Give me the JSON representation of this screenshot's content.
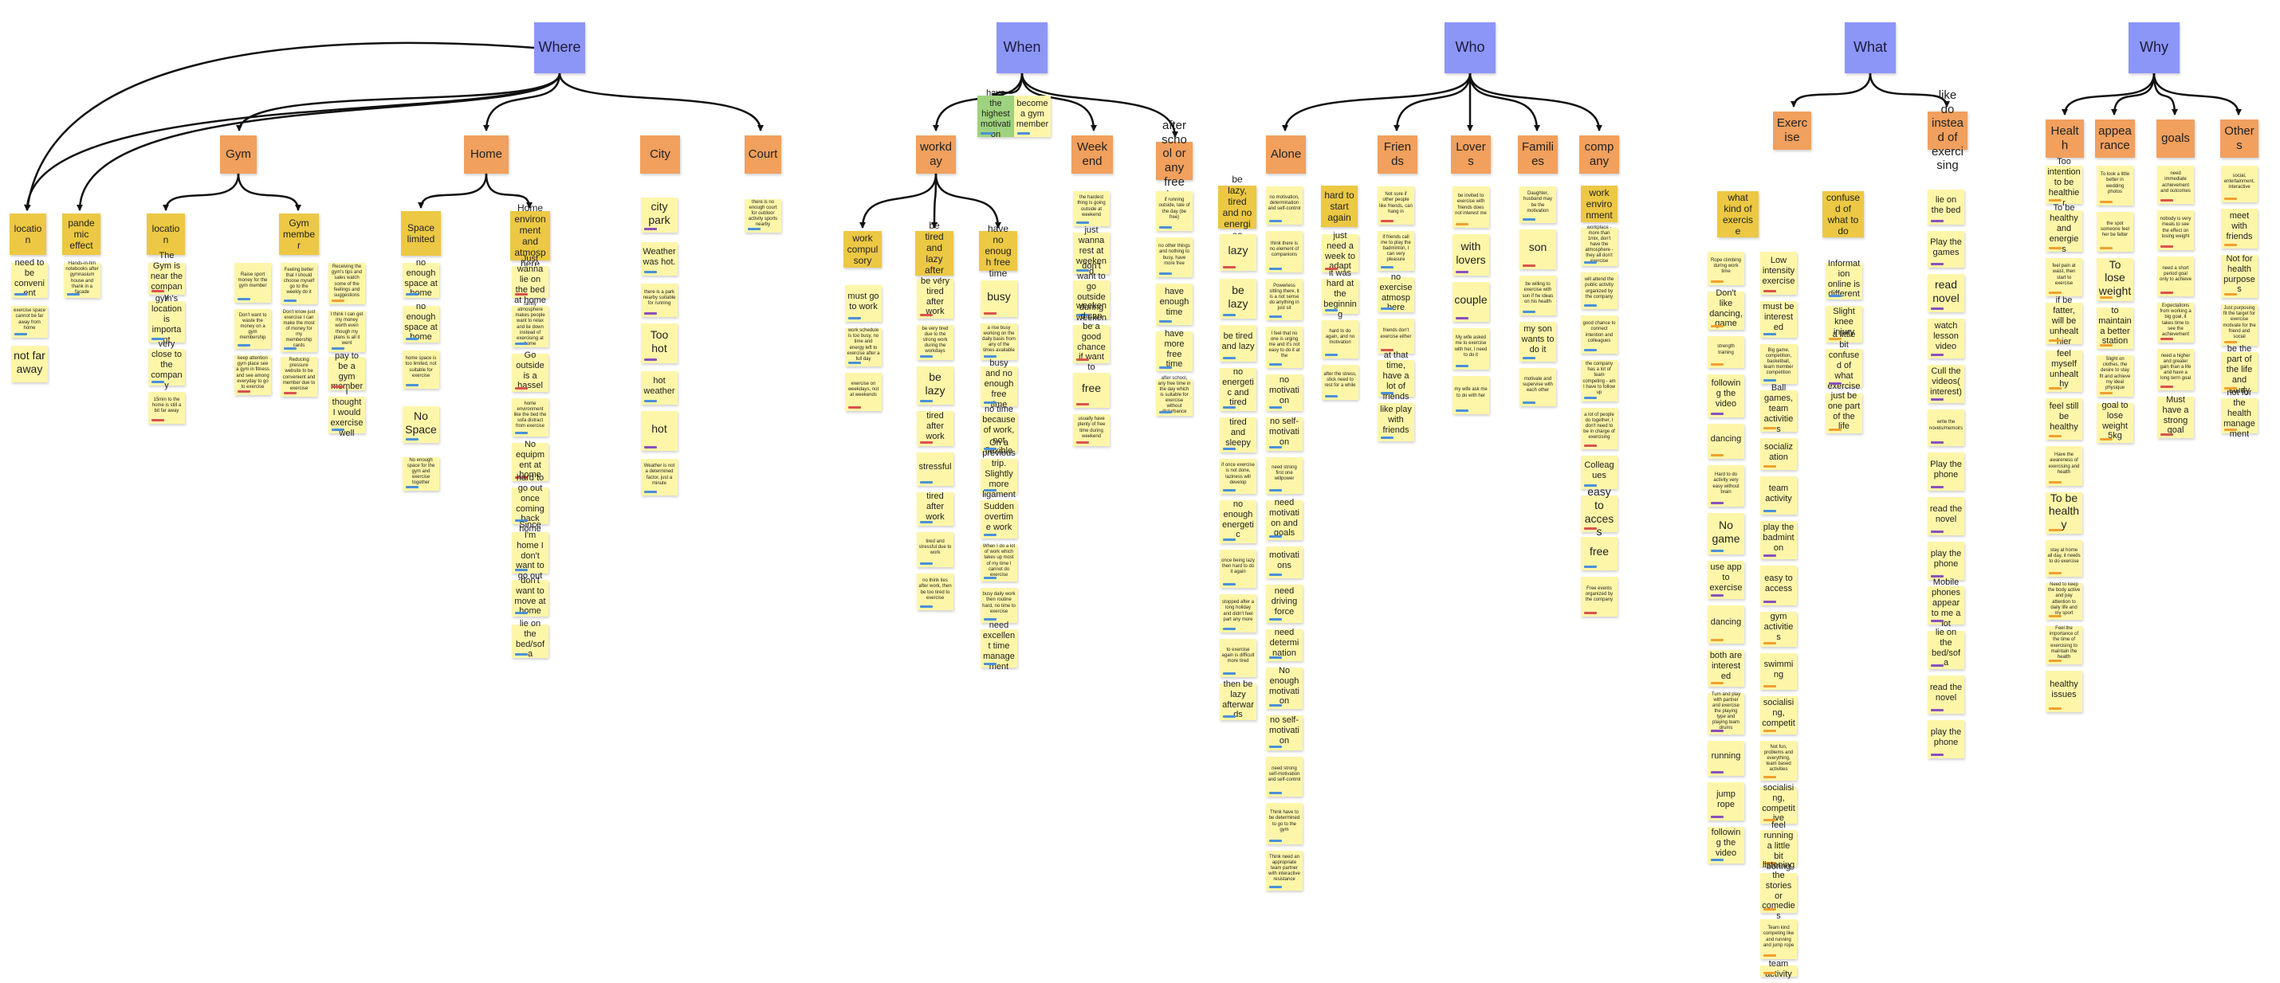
{
  "colors": {
    "root": "#8c96f7",
    "category": "#f1a05e",
    "subcategory": "#ecc844",
    "sticky": "#fdf6a9",
    "sticky_green": "#9fd27e",
    "tag_blue": "#4a90d9",
    "tag_red": "#d9534f",
    "tag_purple": "#8a4fbf",
    "tag_orange": "#f0a030"
  },
  "roots": [
    {
      "id": "where",
      "label": "Where"
    },
    {
      "id": "when",
      "label": "When"
    },
    {
      "id": "who",
      "label": "Who"
    },
    {
      "id": "what",
      "label": "What"
    },
    {
      "id": "why",
      "label": "Why"
    }
  ],
  "categories": [
    {
      "id": "gym",
      "label": "Gym"
    },
    {
      "id": "home",
      "label": "Home"
    },
    {
      "id": "city",
      "label": "City"
    },
    {
      "id": "court",
      "label": "Court"
    },
    {
      "id": "workday",
      "label": "workday"
    },
    {
      "id": "weekend",
      "label": "Weekend"
    },
    {
      "id": "afterschool",
      "label": "after school or any free time"
    },
    {
      "id": "alone",
      "label": "Alone"
    },
    {
      "id": "friends",
      "label": "Friends"
    },
    {
      "id": "lovers",
      "label": "Lovers"
    },
    {
      "id": "families",
      "label": "Families"
    },
    {
      "id": "company",
      "label": "company"
    },
    {
      "id": "exercise",
      "label": "Exercise"
    },
    {
      "id": "likedo",
      "label": "like do instead of exercising"
    },
    {
      "id": "health",
      "label": "Health"
    },
    {
      "id": "appearance",
      "label": "appearance"
    },
    {
      "id": "goals",
      "label": "goals"
    },
    {
      "id": "others",
      "label": "Others"
    }
  ],
  "subcategories": [
    {
      "id": "location1",
      "label": "location"
    },
    {
      "id": "pandemic",
      "label": "pandemic effect"
    },
    {
      "id": "location2",
      "label": "location"
    },
    {
      "id": "gymmember",
      "label": "Gym member"
    },
    {
      "id": "spacelimited",
      "label": "Space limited"
    },
    {
      "id": "homeenv",
      "label": "Home environment and atmosphere"
    },
    {
      "id": "workcompulsory",
      "label": "work compulsory"
    },
    {
      "id": "betired",
      "label": "be tired and lazy after work"
    },
    {
      "id": "noenough",
      "label": "have no enough free time"
    },
    {
      "id": "belazy",
      "label": "be lazy, tired and no energies"
    },
    {
      "id": "hardstart",
      "label": "hard to start again"
    },
    {
      "id": "workenv",
      "label": "work environment"
    },
    {
      "id": "whatkind",
      "label": "what kind of exercise"
    },
    {
      "id": "confused",
      "label": "confused of what to do"
    }
  ],
  "notes": {
    "n1": "need to be convenient",
    "n2": "exercise space cannot be far away from home",
    "n3": "not far away",
    "n4": "Hands-in-hm notebooks after gymnasium house and thank in a facade",
    "n5": "The Gym is near the company",
    "n6": "gym's location is important",
    "n7": "very close to the company",
    "n8": "15min to the home is still a bit far away",
    "n9": "Raise sport money for the gym member",
    "n10": "Don't want to waste the money on a gym membership",
    "n11": "keep attention gym place see a gym in fitness and see among everyday to go to exercise",
    "n12": "Feeling better that I should choose myself go to the weekly do it",
    "n13": "Don't know just exercise I can make the most of money for my membership cards",
    "n14": "Reducing pressure website to be convenient and member due to exercise",
    "n15": "Receiving the gym's tips and sales watch some of the feelings and suggestions",
    "n16": "I think I can get my money worth even though my plans is all it went",
    "n17": "pay to be a gym member",
    "n18": "I thought I would exercise well",
    "n19": "no enough space at home",
    "n20": "no enough space at home",
    "n21": "home space is too limited, not suitable for exercise",
    "n22": "No Space",
    "n23": "No enough space for the gym and exercise together",
    "n24": "Just wanna lie on the bed at home",
    "n25": "family atmosphere makes people want to relax and lie down instead of exercising at home",
    "n26": "Go outside is a hassel",
    "n27": "home environment like the bed the sofa distract from exercise",
    "n28": "No equipment at home",
    "n29": "hard to go out once coming back home",
    "n30": "Since I'm home I don't want to go out",
    "n31": "don't want to move at home",
    "n32": "lie on the bed/sofa",
    "n33": "city park",
    "n34": "Weather was hot.",
    "n35": "there is a park nearby suitable for running",
    "n36": "Too hot",
    "n37": "hot weather",
    "n38": "hot",
    "n39": "Weather is not a determined factor, just a minute",
    "n40": "there is no enough court for outdoor activity sports nearby",
    "n41": "have the highest motivation",
    "n42": "become a gym member",
    "n43": "must go to work",
    "n44": "work schedule is too busy, no time and energy left to exercise after a full day",
    "n45": "exercise on weekdays, not at weekends",
    "n46": "be very tired after work",
    "n47": "be very tired due to the strong work during the workdays",
    "n48": "be lazy",
    "n49": "tired after work",
    "n50": "stressful",
    "n51": "tired after work",
    "n52": "tired and stressful due to work",
    "n53": "no think lies after work, then be too tired to exercise",
    "n54": "busy",
    "n55": "a rise busy working on the daily basis from any of the times available",
    "n56": "busy and no enough free time",
    "n57": "no time because of work, not flexible",
    "n58": "On a previous trip. Slightly more ligaments",
    "n59": "Sudden overtime work",
    "n60": "When I do a lot of work which takes up most of my time I cannot do exercise",
    "n61": "busy daily work then routine hard, no time to exercise",
    "n62": "need excellent time management",
    "n63": "the hardest thing is going outside at weekend",
    "n64": "just wanna rest at weekend",
    "n65": "don't want to go outside during weekend",
    "n66": "weekend can be a good chance if want to exercise",
    "n67": "free",
    "n68": "usually have plenty of free time during weekend",
    "n69": "if running outside, late of the day (be free)",
    "n70": "no other things and nothing to busy, have more free",
    "n71": "have enough time",
    "n72": "have more free time",
    "n73": "after school, any free time in the day which is suitable for exercise without disturbance",
    "n74": "lazy",
    "n75": "be lazy",
    "n76": "be tired and lazy",
    "n77": "no energetic and tired",
    "n78": "tired and sleepy",
    "n79": "if once exercise is not done, laziness will develop",
    "n80": "no enough energetic",
    "n81": "once being lazy then hard to do it again",
    "n82": "stopped after a long holiday and didn't feel part any more",
    "n83": "to exercise again is difficult more tired",
    "n84": "then be lazy afterwards",
    "n85": "no motivation, determination and self-control",
    "n86": "think there is no element of companions",
    "n87": "Powerless sitting there, it is a not sense do anything in just sit",
    "n88": "I feel that no one is urging me and it's not easy to do it at the",
    "n89": "no motivation",
    "n90": "no self-motivation",
    "n91": "need strong first one willpower",
    "n92": "need motivation and goals",
    "n93": "motivations",
    "n94": "need driving force",
    "n95": "need determination",
    "n96": "No enough motivation",
    "n97": "no self-motivation",
    "n98": "need strong self-motivation and self-control",
    "n99": "Think have to be determined to go to the gym",
    "n100": "Think need an appropriate team partner with interactive resistance",
    "n101": "just need a week to adapt",
    "n102": "it was hard at the beginning",
    "n103": "hard to do again, and no motivation",
    "n104": "after the stress, stick need to rest for a while",
    "n105": "Not sure if other people like friends, can hang in",
    "n106": "if friends call me to play the badminton, I can very pleasure",
    "n107": "no exercise atmosphere",
    "n108": "friends don't exercise either",
    "n109": "at that time, have a lot of friends",
    "n110": "like play with friends",
    "n111": "be invited to exercise with friends does not interest me",
    "n112": "with lovers",
    "n113": "couple",
    "n114": "My wife asked me to exercise with her, I need to do it",
    "n115": "my wife ask me to do with her",
    "n116": "Daughter, husband may be the motivation",
    "n117": "son",
    "n118": "be willing to exercise with son if he ideas on his health",
    "n119": "my son wants to do it",
    "n120": "motivate and supervise with each other",
    "n121": "workplace - more than 1mix, don't have the atmosphere - they all don't exercise",
    "n122": "will attend the public activity organized by the company",
    "n123": "good chance to connect intention and colleagues",
    "n124": "the company has a lot of team competing - am I have to follow up",
    "n125": "a lot of people do together, I don't need to be in charge of exercising",
    "n126": "Colleagues",
    "n127": "easy to access",
    "n128": "free",
    "n129": "Free events organized by the company",
    "n130": "Rope climbing during work time",
    "n131": "Don't like dancing, game",
    "n132": "strength training",
    "n133": "following the video",
    "n134": "dancing",
    "n135": "Hard to do activity very easy without brain",
    "n136": "No game",
    "n137": "use app to exercise",
    "n138": "dancing",
    "n139": "both are interested",
    "n140": "Turn and play with partner and exercise the playing type and playing team drums",
    "n141": "running",
    "n142": "jump rope",
    "n143": "following the video",
    "n144": "Low intensity exercise",
    "n145": "must be interested",
    "n146": "Big game, competition, basketball, team member competition",
    "n147": "Ball games, team activities",
    "n148": "socialization",
    "n149": "team activity",
    "n150": "play the badminton",
    "n151": "easy to access",
    "n152": "gym activities",
    "n153": "swimming",
    "n154": "socialising, competit",
    "n155": "Not fun, problems and everything, team based activities",
    "n156": "socialising, competitive",
    "n157": "feel running a little bit boring",
    "n158": "listening the stories or comedies",
    "n159": "Team kind competing like and running and jump rope",
    "n160": "team activity",
    "n161": "Information online is different",
    "n162": "Slight knee injury",
    "n163": "a little bit confused of what exercise to do",
    "n164": "just be one part of the life",
    "n165": "lie on the bed",
    "n166": "Play the games",
    "n167": "read novel",
    "n168": "watch lesson video",
    "n169": "Cull the videos( interest)",
    "n170": "write the novels/memoirs",
    "n171": "Play the phone",
    "n172": "read the novel",
    "n173": "play the phone",
    "n174": "Mobile phones appear to me a lot",
    "n175": "lie on the bed/sofa",
    "n176": "read the novel",
    "n177": "play the phone",
    "n178": "Too intention to be healthier",
    "n179": "To be healthy and energies",
    "n180": "feel pain at waist, then start to exercise",
    "n181": "if be fatter, will be unhealthier",
    "n182": "feel myself unhealthy",
    "n183": "feel still be healthy",
    "n184": "Have the awareness of exercising and health",
    "n185": "To be healthy",
    "n186": "stay at home all day, it needs to do exercise",
    "n187": "Need to keep the body active and pay attention to daily life and my sport",
    "n188": "Feel the importance of the time of exercising to maintain the health",
    "n189": "healthy issues",
    "n190": "To look a little better in wedding photos",
    "n191": "the spot someone feel her be fatter",
    "n192": "To lose weight",
    "n193": "to maintain a better station",
    "n194": "Slight on clothes, the desire to stay fit and achieve my ideal physique",
    "n195": "goal to lose weight 5kg",
    "n196": "need immediate achievement and outcomes",
    "n197": "nobody is very meals to see the effect on losing weight",
    "n198": "need a short period goal only to achieve",
    "n199": "Expectations from working a big goal, it takes time to see the achievement",
    "n200": "need a higher and greater gain than a life and have a long term goal",
    "n201": "Must have a strong goal",
    "n202": "social, entertainment, interactive",
    "n203": "meet with friends",
    "n204": "Not for health purposes",
    "n205": "Just purposing fit the target for exercise motivate for the friend and social",
    "n206": "be the part of the life and study",
    "n207": "not for the health management"
  }
}
